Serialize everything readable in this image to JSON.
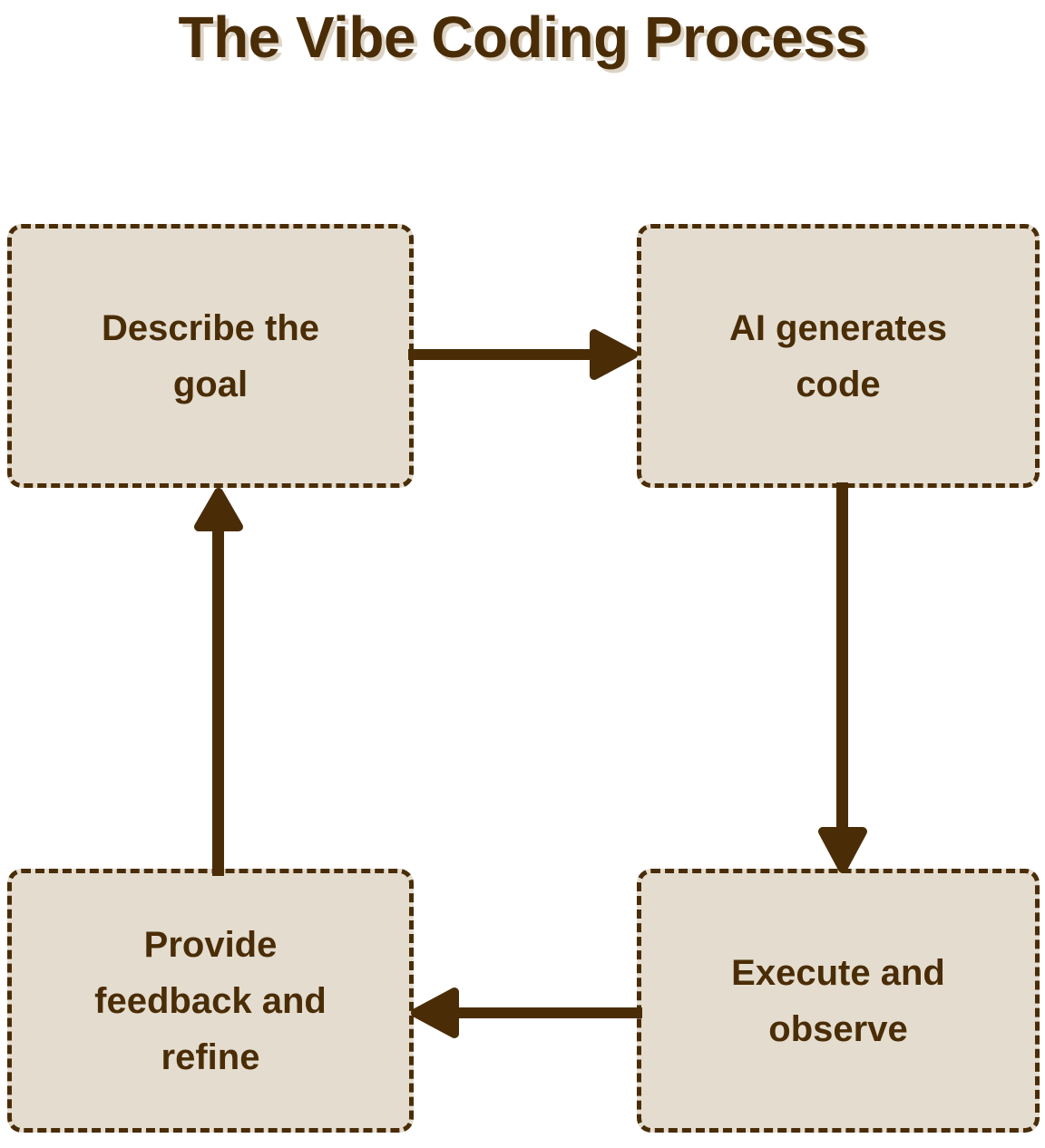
{
  "page": {
    "title": "The Vibe Coding Process",
    "background_color": "#ffffff"
  },
  "theme": {
    "node_fill": "#e4ddcf",
    "stroke": "#4a2d07",
    "text": "#4a2d07",
    "title_shadow": "#ddd3c4"
  },
  "diagram": {
    "type": "cycle-flowchart",
    "nodes": [
      {
        "id": "describe",
        "label_line1": "Describe the",
        "label_line2": "goal",
        "label": "Describe the goal"
      },
      {
        "id": "generate",
        "label_line1": "AI generates",
        "label_line2": "code",
        "label": "AI generates code"
      },
      {
        "id": "execute",
        "label_line1": "Execute and",
        "label_line2": "observe",
        "label": "Execute and observe"
      },
      {
        "id": "feedback",
        "label_line1": "Provide",
        "label_line2": "feedback and",
        "label_line3": "refine",
        "label": "Provide feedback and refine"
      }
    ],
    "edges": [
      {
        "from": "describe",
        "to": "generate",
        "direction": "right",
        "label": ""
      },
      {
        "from": "generate",
        "to": "execute",
        "direction": "down",
        "label": ""
      },
      {
        "from": "execute",
        "to": "feedback",
        "direction": "left",
        "label": ""
      },
      {
        "from": "feedback",
        "to": "describe",
        "direction": "up",
        "label": ""
      }
    ]
  }
}
